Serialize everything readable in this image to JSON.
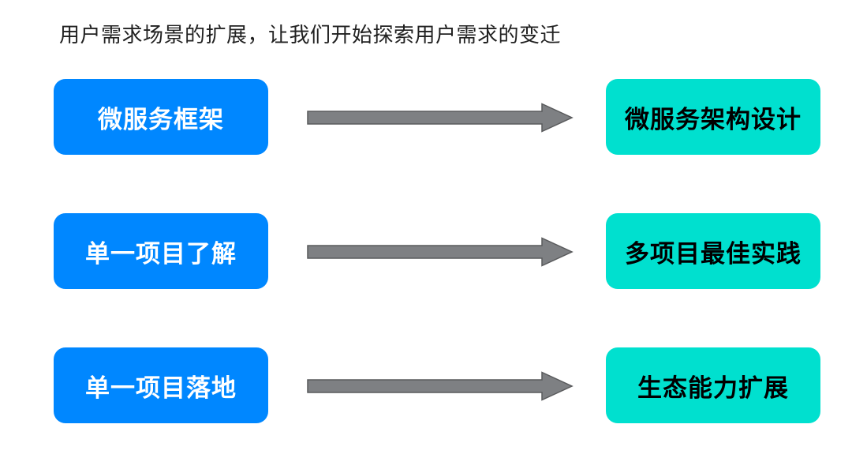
{
  "title": "用户需求场景的扩展，让我们开始探索用户需求的变迁",
  "rows": [
    {
      "left": "微服务框架",
      "right": "微服务架构设计"
    },
    {
      "left": "单一项目了解",
      "right": "多项目最佳实践"
    },
    {
      "left": "单一项目落地",
      "right": "生态能力扩展"
    }
  ],
  "icons": {
    "arrow": "right-arrow-icon"
  },
  "colors": {
    "source_box": "#0087ff",
    "target_box": "#00e0cf",
    "arrow_fill": "#7e8083",
    "arrow_border": "#595a5c",
    "source_text": "#ffffff",
    "target_text": "#000000",
    "title_text": "#212121",
    "background": "#ffffff"
  }
}
